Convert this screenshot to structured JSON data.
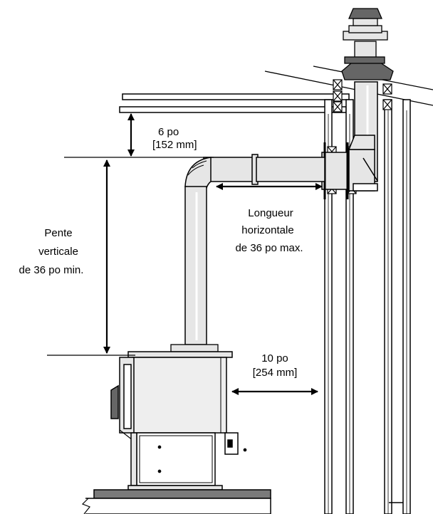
{
  "labels": {
    "top_clearance": {
      "line1": "6 po",
      "line2": "[152 mm]"
    },
    "vertical_rise": {
      "line1": "Pente",
      "line2": "verticale",
      "line3": "de 36 po min."
    },
    "horizontal_run": {
      "line1": "Longueur",
      "line2": "horizontale",
      "line3": "de 36 po max."
    },
    "side_clearance": {
      "line1": "10 po",
      "line2": "[254 mm]"
    }
  },
  "colors": {
    "pipe_fill": "#e6e6e6",
    "stove_fill": "#eeeeee",
    "dark_fill": "#666666",
    "floor_fill": "#7a7a7a",
    "line": "#000000"
  }
}
